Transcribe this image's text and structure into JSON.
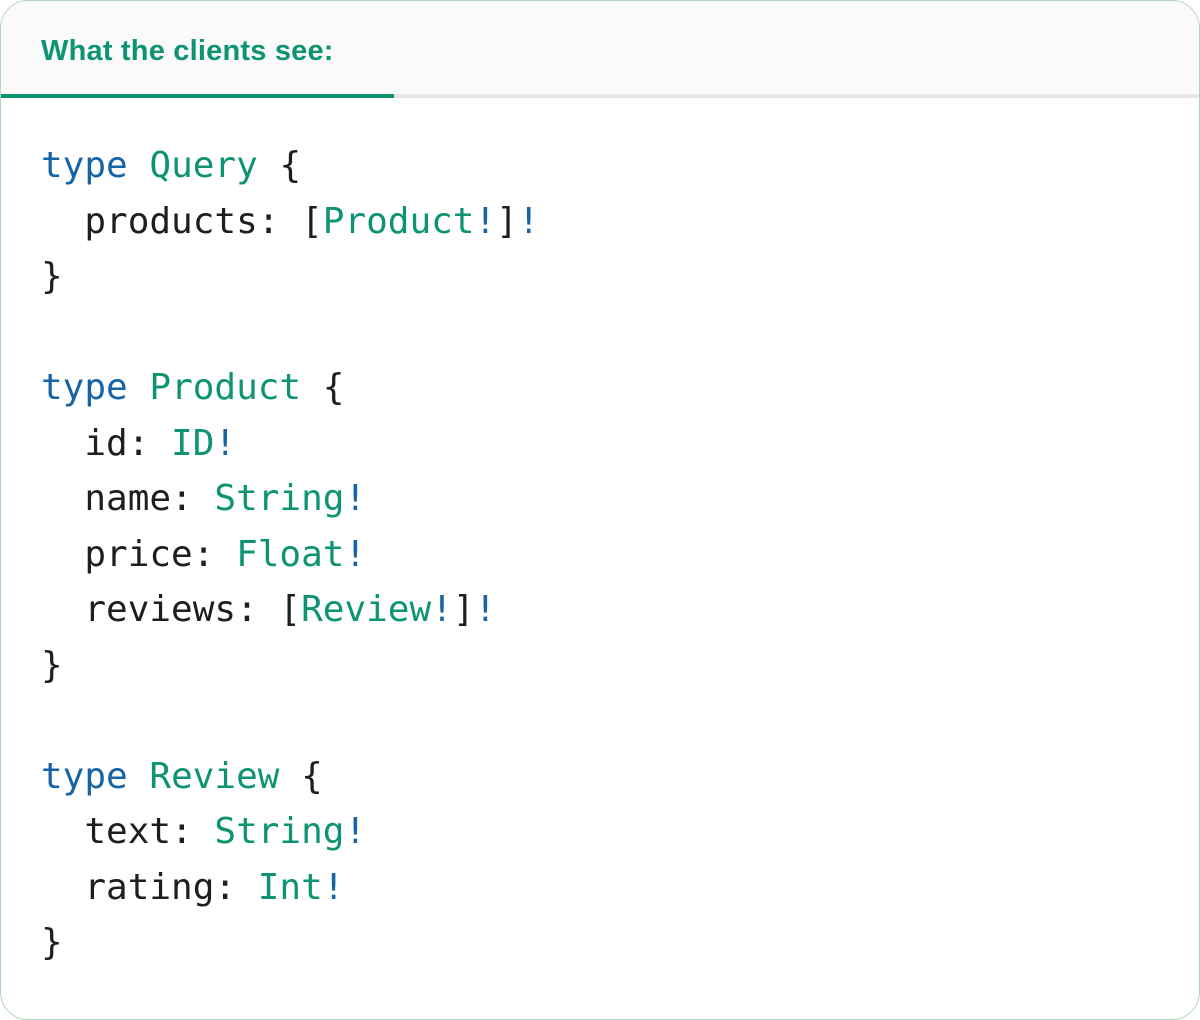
{
  "panel": {
    "tab_label": "What the clients see:"
  },
  "colors": {
    "accent-green": "#0e9373",
    "keyword-blue": "#1663a5",
    "code-text": "#1e1e1e",
    "tab-bg": "#fafafa",
    "panel-bg": "#ffffff",
    "panel-border": "#aed6bc",
    "divider-gray": "#e6e6e6"
  },
  "code": {
    "lines": [
      [
        {
          "t": "kw",
          "s": "type"
        },
        {
          "t": "pl",
          "s": " "
        },
        {
          "t": "ty",
          "s": "Query"
        },
        {
          "t": "pl",
          "s": " {"
        }
      ],
      [
        {
          "t": "pl",
          "s": "  products: ["
        },
        {
          "t": "ty",
          "s": "Product"
        },
        {
          "t": "bang",
          "s": "!"
        },
        {
          "t": "pl",
          "s": "]"
        },
        {
          "t": "bang",
          "s": "!"
        }
      ],
      [
        {
          "t": "pl",
          "s": "}"
        }
      ],
      [],
      [
        {
          "t": "kw",
          "s": "type"
        },
        {
          "t": "pl",
          "s": " "
        },
        {
          "t": "ty",
          "s": "Product"
        },
        {
          "t": "pl",
          "s": " {"
        }
      ],
      [
        {
          "t": "pl",
          "s": "  id: "
        },
        {
          "t": "ty",
          "s": "ID"
        },
        {
          "t": "bang",
          "s": "!"
        }
      ],
      [
        {
          "t": "pl",
          "s": "  name: "
        },
        {
          "t": "ty",
          "s": "String"
        },
        {
          "t": "bang",
          "s": "!"
        }
      ],
      [
        {
          "t": "pl",
          "s": "  price: "
        },
        {
          "t": "ty",
          "s": "Float"
        },
        {
          "t": "bang",
          "s": "!"
        }
      ],
      [
        {
          "t": "pl",
          "s": "  reviews: ["
        },
        {
          "t": "ty",
          "s": "Review"
        },
        {
          "t": "bang",
          "s": "!"
        },
        {
          "t": "pl",
          "s": "]"
        },
        {
          "t": "bang",
          "s": "!"
        }
      ],
      [
        {
          "t": "pl",
          "s": "}"
        }
      ],
      [],
      [
        {
          "t": "kw",
          "s": "type"
        },
        {
          "t": "pl",
          "s": " "
        },
        {
          "t": "ty",
          "s": "Review"
        },
        {
          "t": "pl",
          "s": " {"
        }
      ],
      [
        {
          "t": "pl",
          "s": "  text: "
        },
        {
          "t": "ty",
          "s": "String"
        },
        {
          "t": "bang",
          "s": "!"
        }
      ],
      [
        {
          "t": "pl",
          "s": "  rating: "
        },
        {
          "t": "ty",
          "s": "Int"
        },
        {
          "t": "bang",
          "s": "!"
        }
      ],
      [
        {
          "t": "pl",
          "s": "}"
        }
      ]
    ]
  }
}
